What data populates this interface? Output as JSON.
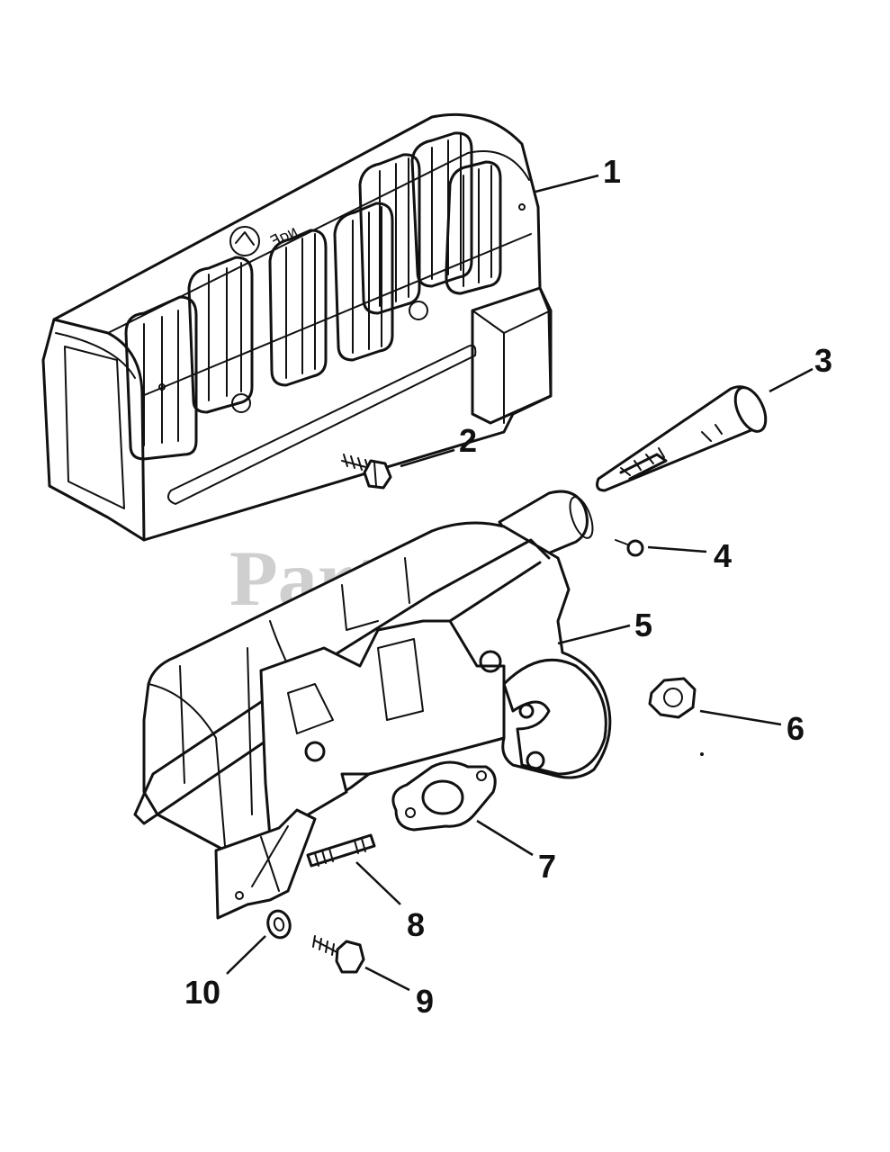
{
  "watermark": "PartsTree",
  "callouts": [
    {
      "id": "1",
      "label": "1"
    },
    {
      "id": "2",
      "label": "2"
    },
    {
      "id": "3",
      "label": "3"
    },
    {
      "id": "4",
      "label": "4"
    },
    {
      "id": "5",
      "label": "5"
    },
    {
      "id": "6",
      "label": "6"
    },
    {
      "id": "7",
      "label": "7"
    },
    {
      "id": "8",
      "label": "8"
    },
    {
      "id": "9",
      "label": "9"
    },
    {
      "id": "10",
      "label": "10"
    }
  ],
  "colors": {
    "line": "#111111",
    "watermark": "#cfcfcf",
    "background": "#ffffff"
  }
}
